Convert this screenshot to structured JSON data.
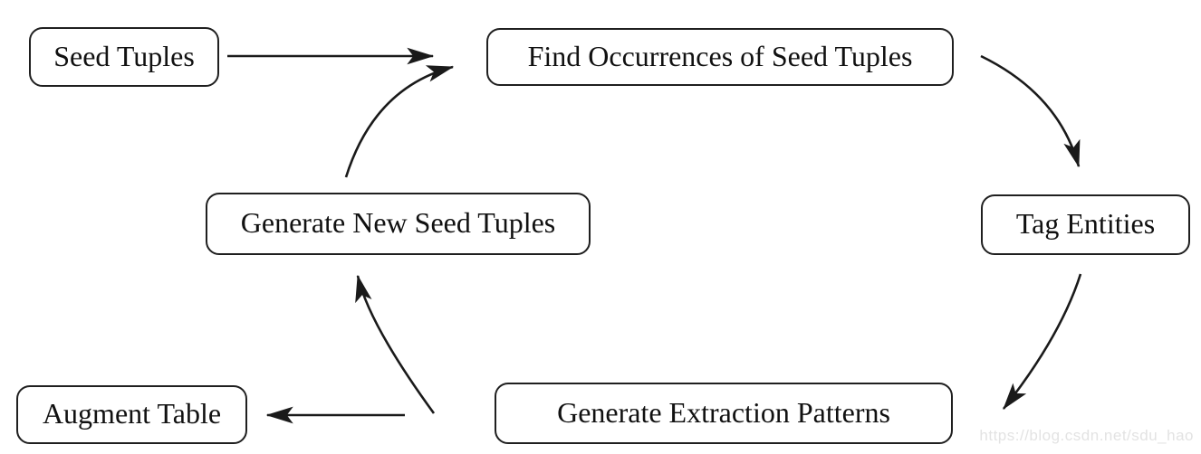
{
  "diagram": {
    "nodes": [
      {
        "id": "seed-tuples",
        "label": "Seed Tuples"
      },
      {
        "id": "find-occurrences",
        "label": "Find Occurrences of Seed Tuples"
      },
      {
        "id": "tag-entities",
        "label": "Tag Entities"
      },
      {
        "id": "generate-new-seed-tuples",
        "label": "Generate New Seed Tuples"
      },
      {
        "id": "generate-extraction-patterns",
        "label": "Generate Extraction Patterns"
      },
      {
        "id": "augment-table",
        "label": "Augment Table"
      }
    ],
    "edges": [
      {
        "from": "seed-tuples",
        "to": "find-occurrences"
      },
      {
        "from": "generate-new-seed-tuples",
        "to": "find-occurrences"
      },
      {
        "from": "find-occurrences",
        "to": "tag-entities"
      },
      {
        "from": "tag-entities",
        "to": "generate-extraction-patterns"
      },
      {
        "from": "generate-extraction-patterns",
        "to": "augment-table"
      },
      {
        "from": "generate-extraction-patterns",
        "to": "generate-new-seed-tuples"
      }
    ],
    "colors": {
      "stroke": "#1a1a1a",
      "box_border": "#1f1f1f",
      "box_fill": "#ffffff",
      "text": "#111111"
    }
  },
  "watermark": {
    "text": "https://blog.csdn.net/sdu_hao",
    "color": "#e3e3e3"
  }
}
